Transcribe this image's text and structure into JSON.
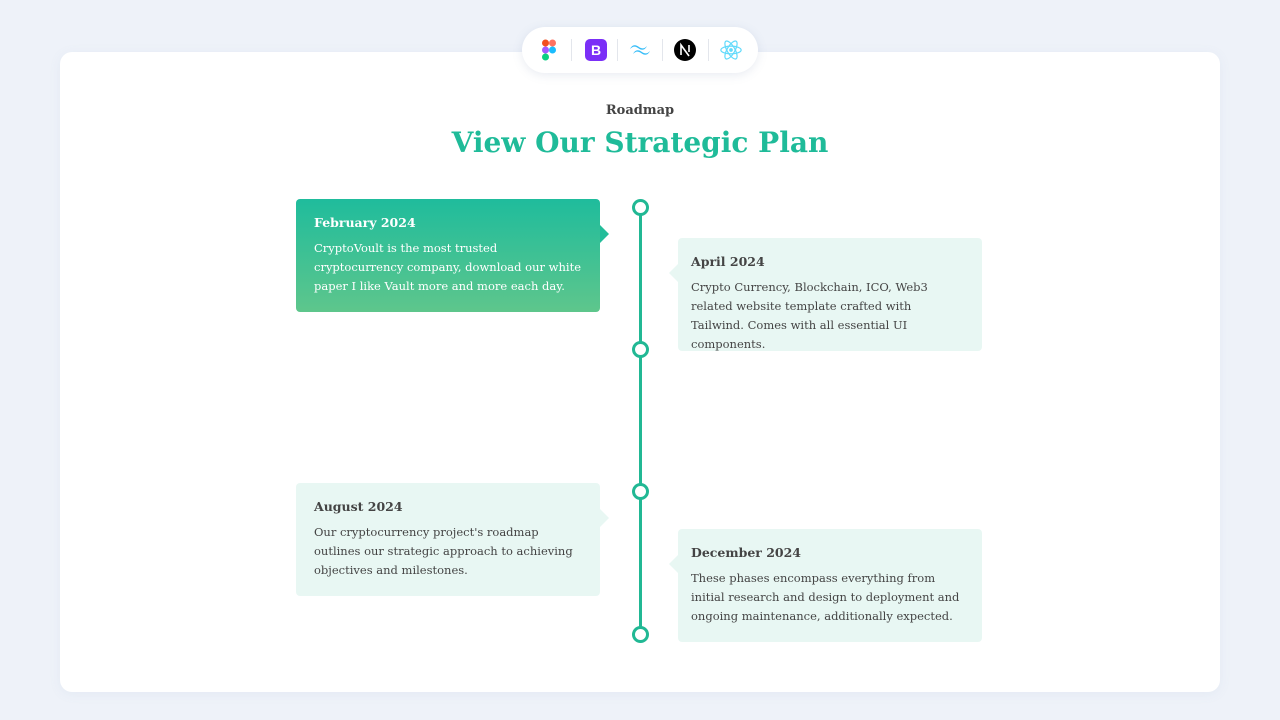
{
  "toolbar": {
    "icons": [
      "figma-icon",
      "bootstrap-icon",
      "tailwind-icon",
      "nextjs-icon",
      "react-icon"
    ]
  },
  "header": {
    "eyebrow": "Roadmap",
    "title": "View Our Strategic Plan"
  },
  "colors": {
    "accent": "#1fbb99",
    "box_bg": "#e8f7f3"
  },
  "timeline": [
    {
      "date": "February 2024",
      "text": "CryptoVoult is the most trusted cryptocurrency company, download our white paper I like Vault more and more each day.",
      "active": true
    },
    {
      "date": "April 2024",
      "text": "Crypto Currency, Blockchain, ICO, Web3 related website template crafted with Tailwind. Comes with all essential UI components."
    },
    {
      "date": "August 2024",
      "text": "Our cryptocurrency project's roadmap outlines our strategic approach to achieving objectives and milestones."
    },
    {
      "date": "December 2024",
      "text": "These phases encompass everything from initial research and design to deployment and ongoing maintenance, additionally expected."
    }
  ]
}
